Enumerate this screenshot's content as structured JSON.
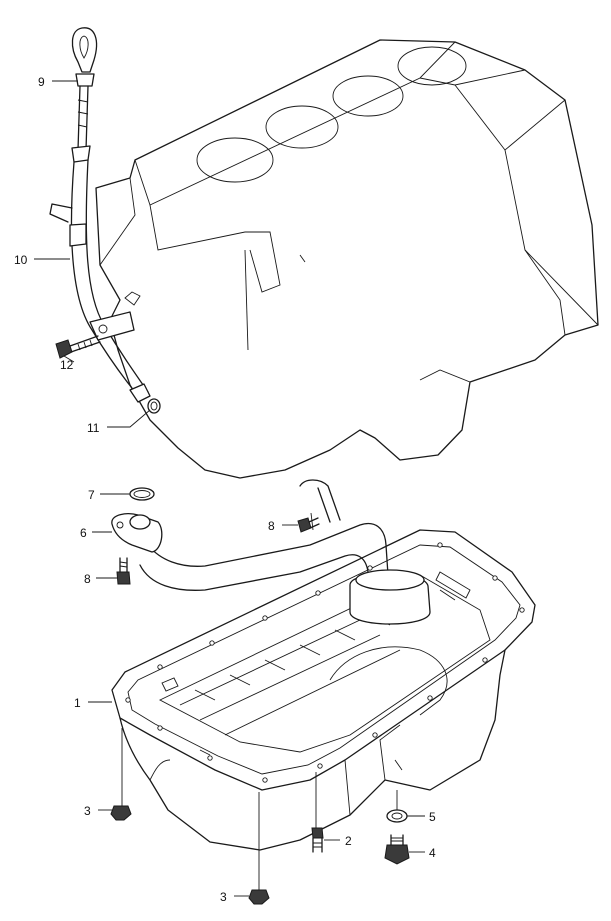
{
  "callouts": [
    {
      "id": "p1",
      "text": "1"
    },
    {
      "id": "p2",
      "text": "2"
    },
    {
      "id": "p3a",
      "text": "3"
    },
    {
      "id": "p3b",
      "text": "3"
    },
    {
      "id": "p4",
      "text": "4"
    },
    {
      "id": "p5",
      "text": "5"
    },
    {
      "id": "p6",
      "text": "6"
    },
    {
      "id": "p7",
      "text": "7"
    },
    {
      "id": "p8a",
      "text": "8"
    },
    {
      "id": "p8b",
      "text": "8"
    },
    {
      "id": "p9",
      "text": "9"
    },
    {
      "id": "p10",
      "text": "10"
    },
    {
      "id": "p11",
      "text": "11"
    },
    {
      "id": "p12",
      "text": "12"
    }
  ]
}
